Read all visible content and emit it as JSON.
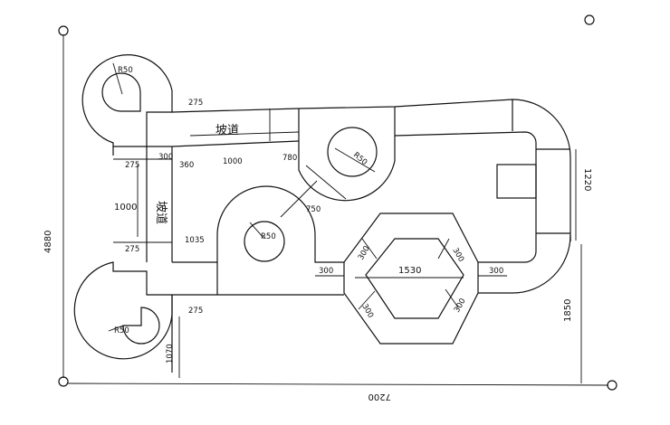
{
  "labels": {
    "total_height": "4880",
    "total_width": "7200",
    "right_upper": "1220",
    "right_lower": "1850",
    "left_mid": "1000",
    "dim_275_top": "275",
    "dim_275_a": "275",
    "dim_275_b": "275",
    "dim_275_bottom": "275",
    "dim_300_left": "300",
    "dim_360": "360",
    "dim_1000": "1000",
    "dim_780": "780",
    "dim_750": "750",
    "dim_1035": "1035",
    "dim_1070": "1070",
    "dim_300_hex_left": "300",
    "dim_300_hex_right": "300",
    "dim_1530": "1530",
    "dim_300_hex_tl": "300",
    "dim_300_hex_tr": "300",
    "dim_300_hex_bl": "300",
    "dim_300_hex_br": "300",
    "r50_top_left": "R50",
    "r50_upper_center": "R50",
    "r50_center": "R50",
    "r50_bottom_left": "R50",
    "ramp_top": "坡道",
    "ramp_left": "坡道"
  }
}
